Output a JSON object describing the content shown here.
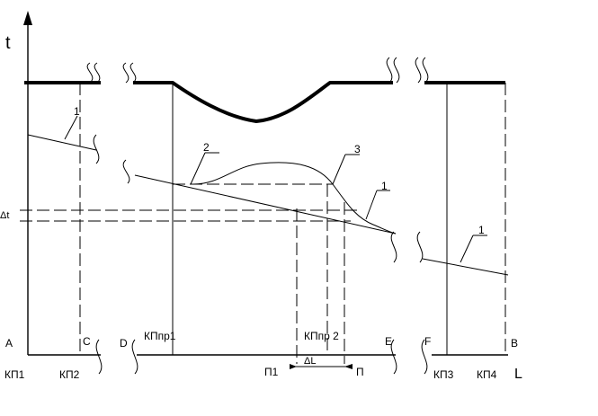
{
  "axes": {
    "y_label": "t",
    "x_label": "L",
    "delta_t": "Δt",
    "delta_L": "ΔL"
  },
  "points": {
    "A": "A",
    "C": "C",
    "D": "D",
    "E": "E",
    "F": "F",
    "B": "B"
  },
  "markers": {
    "kp1": "КП1",
    "kp2": "КП2",
    "kpp1": "КПпр1",
    "kpp2": "КПпр 2",
    "p1": "П1",
    "p": "П",
    "kp3": "КП3",
    "kp4": "КП4"
  },
  "curve_labels": {
    "c1a": "1",
    "c1b": "1",
    "c1c": "1",
    "c2": "2",
    "c3": "3"
  }
}
